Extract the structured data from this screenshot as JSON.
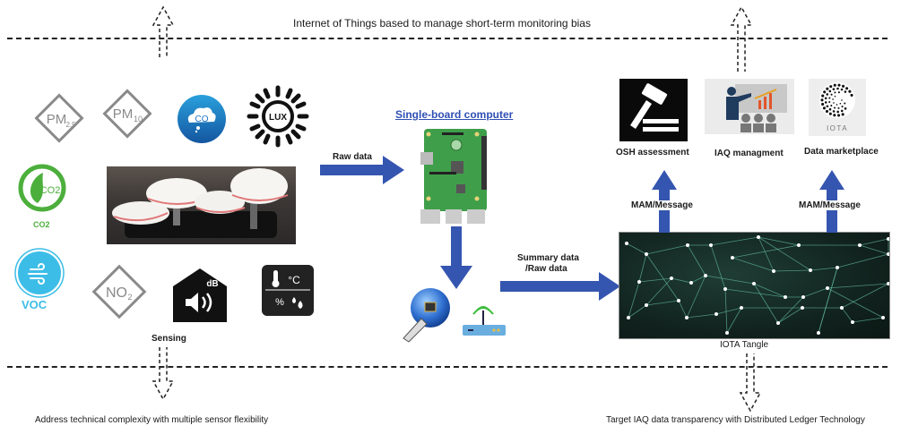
{
  "header": {
    "title": "Internet of Things based to manage short-term monitoring bias"
  },
  "sensing": {
    "label": "Sensing",
    "sensors": [
      {
        "name": "PM2.5",
        "main": "PM",
        "sub": "2.5"
      },
      {
        "name": "PM10",
        "main": "PM",
        "sub": "10"
      },
      {
        "name": "CO",
        "main": "CO"
      },
      {
        "name": "LUX",
        "main": "LUX"
      },
      {
        "name": "CO2",
        "main": "CO2",
        "caption": "CO2"
      },
      {
        "name": "VOC",
        "caption": "VOC"
      },
      {
        "name": "NO2",
        "main": "NO",
        "sub": "2"
      },
      {
        "name": "Noise",
        "main": "dB"
      },
      {
        "name": "Temperature/Humidity",
        "top": "°C",
        "bottom": "%"
      }
    ]
  },
  "flow": {
    "raw_data_label": "Raw data",
    "sbc_title": "Single-board computer",
    "summary_label_1": "Summary data",
    "summary_label_2": "/Raw data",
    "tangle_label": "IOTA Tangle",
    "mam_left": "MAM/Message",
    "mam_right": "MAM/Message"
  },
  "outputs": [
    {
      "label": "OSH  assessment"
    },
    {
      "label": "IAQ managment"
    },
    {
      "label": "Data marketplace",
      "logo_text": "IOTA"
    }
  ],
  "footer": {
    "left": "Address technical complexity with multiple sensor flexibility",
    "right": "Target IAQ data transparency with Distributed Ledger Technology"
  },
  "colors": {
    "arrow_blue": "#3556b0",
    "co2_green": "#4caf3c",
    "voc_blue": "#3cbde8",
    "co_blue": "#1e73c6",
    "link_blue": "#2f4fb3"
  }
}
